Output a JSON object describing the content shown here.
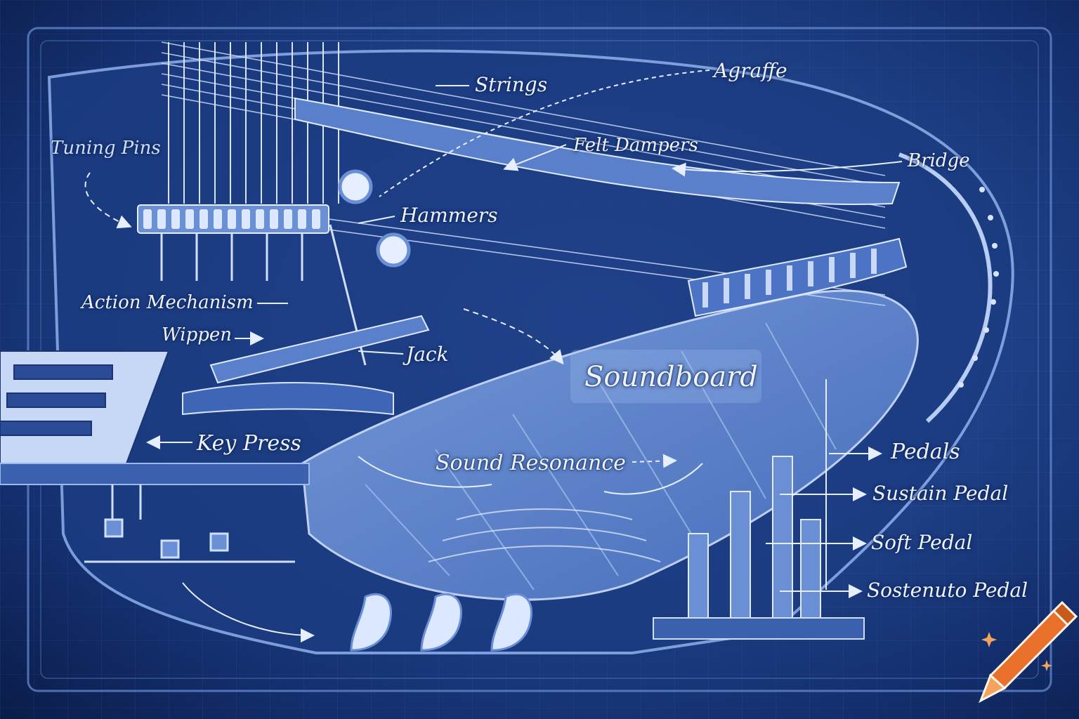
{
  "labels": {
    "tuning_pins": "Tuning Pins",
    "strings": "Strings",
    "agraffe": "Agraffe",
    "felt_dampers": "Felt Dampers",
    "bridge": "Bridge",
    "hammers": "Hammers",
    "action_mechanism": "Action Mechanism",
    "wippen": "Wippen",
    "jack": "Jack",
    "soundboard": "Soundboard",
    "key_press": "Key Press",
    "sound_resonance": "Sound Resonance",
    "pedals": "Pedals",
    "sustain_pedal": "Sustain Pedal",
    "soft_pedal": "Soft Pedal",
    "sostenuto_pedal": "Sostenuto Pedal"
  },
  "colors": {
    "background": "#22468f",
    "line": "#cfe0ff",
    "label": "#eef4ff",
    "logo_orange": "#e8702a"
  },
  "icons": [
    "crayon-logo-icon"
  ]
}
